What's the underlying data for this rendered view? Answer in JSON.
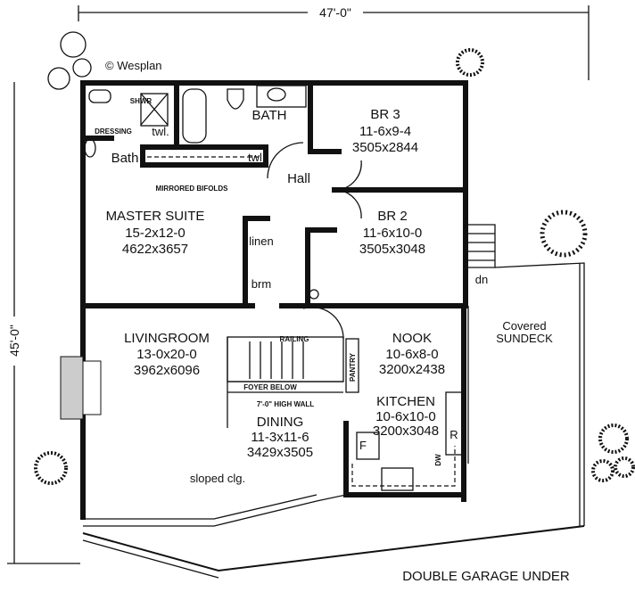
{
  "dimensions": {
    "width": "47'-0\"",
    "depth": "45'-0\""
  },
  "logo": "© Wesplan",
  "rooms": {
    "br3": {
      "name": "BR 3",
      "imperial": "11-6x9-4",
      "metric": "3505x2844"
    },
    "br2": {
      "name": "BR 2",
      "imperial": "11-6x10-0",
      "metric": "3505x3048"
    },
    "master": {
      "name": "MASTER SUITE",
      "imperial": "15-2x12-0",
      "metric": "4622x3657"
    },
    "living": {
      "name": "LIVINGROOM",
      "imperial": "13-0x20-0",
      "metric": "3962x6096"
    },
    "nook": {
      "name": "NOOK",
      "imperial": "10-6x8-0",
      "metric": "3200x2438"
    },
    "kitchen": {
      "name": "KITCHEN",
      "imperial": "10-6x10-0",
      "metric": "3200x3048"
    },
    "dining": {
      "name": "DINING",
      "imperial": "11-3x11-6",
      "metric": "3429x3505"
    },
    "bath": {
      "name": "BATH"
    },
    "hall": {
      "name": "Hall"
    },
    "ensuite": {
      "name": "Bath"
    },
    "sundeck": {
      "line1": "Covered",
      "line2": "SUNDECK"
    }
  },
  "labels": {
    "shwr": "SHWR",
    "dressing": "DRESSING",
    "twl1": "twl.",
    "twl2": "twl",
    "bifolds": "MIRRORED BIFOLDS",
    "linen": "linen",
    "brm": "brm",
    "railing": "RAILING",
    "foyer": "FOYER BELOW",
    "highwall": "7'-0\" HIGH WALL",
    "pantry": "PANTRY",
    "fridge_f": "F",
    "fridge_r": "R",
    "dw": "DW",
    "sloped": "sloped clg.",
    "dn": "dn",
    "garage": "DOUBLE GARAGE UNDER"
  }
}
